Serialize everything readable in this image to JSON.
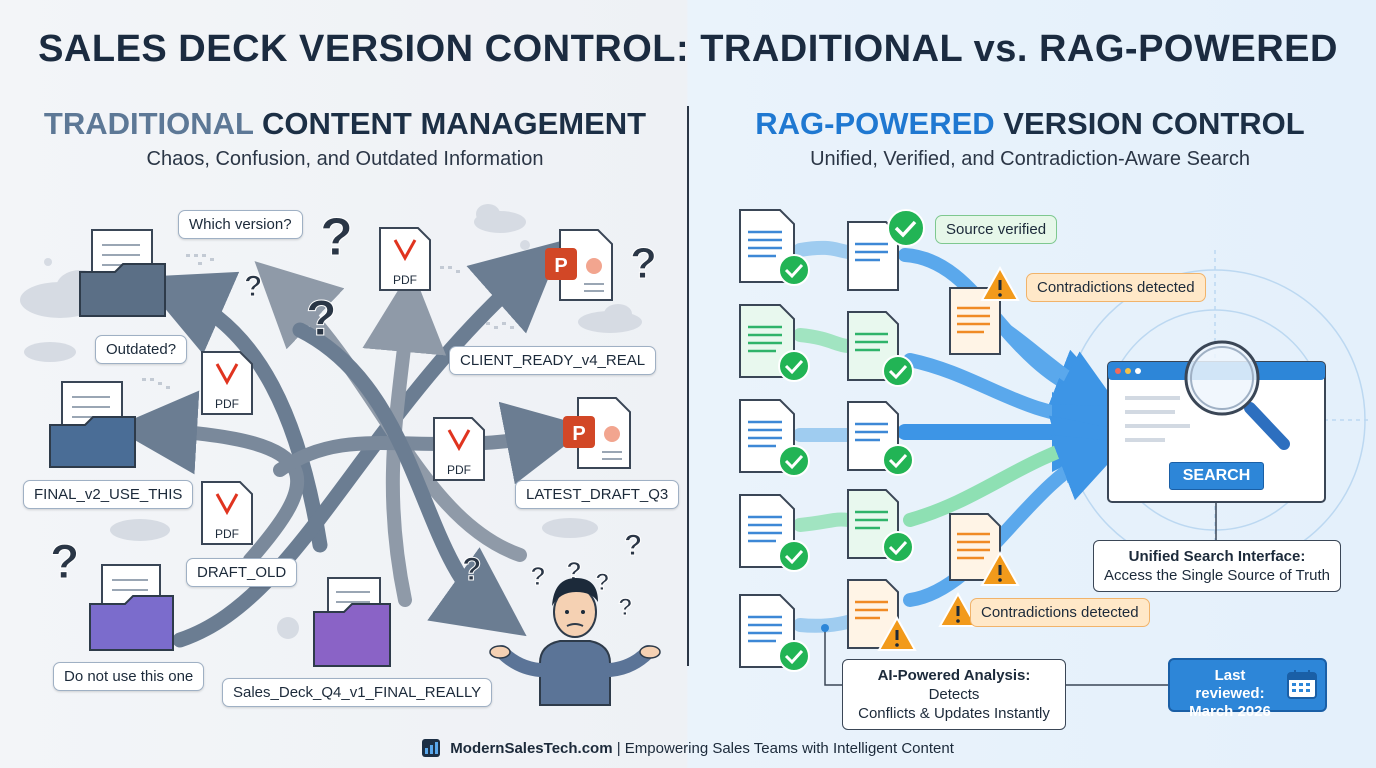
{
  "title": "SALES DECK VERSION CONTROL: TRADITIONAL vs. RAG-POWERED",
  "left": {
    "heading_accent": "TRADITIONAL",
    "heading_rest": "CONTENT MANAGEMENT",
    "subtitle": "Chaos, Confusion, and Outdated Information",
    "labels": {
      "which_version": "Which version?",
      "outdated": "Outdated?",
      "final_v2": "FINAL_v2_USE_THIS",
      "draft_old": "DRAFT_OLD",
      "do_not_use": "Do not use this one",
      "sales_deck": "Sales_Deck_Q4_v1_FINAL_REALLY",
      "client_ready": "CLIENT_READY_v4_REAL",
      "latest_draft": "LATEST_DRAFT_Q3"
    },
    "pdf_label": "PDF",
    "ppt_label": "P"
  },
  "right": {
    "heading_accent": "RAG-POWERED",
    "heading_rest": "VERSION CONTROL",
    "subtitle": "Unified, Verified, and Contradiction-Aware Search",
    "source_verified": "Source verified",
    "contradictions_1": "Contradictions detected",
    "contradictions_2": "Contradictions detected",
    "search_button": "SEARCH",
    "unified_title": "Unified Search Interface:",
    "unified_desc": "Access the Single Source of Truth",
    "ai_title": "AI-Powered Analysis:",
    "ai_desc_1": "Detects",
    "ai_desc_2": "Conflicts & Updates Instantly",
    "reviewed_1": "Last reviewed:",
    "reviewed_2": "March 2026"
  },
  "footer": {
    "brand": "ModernSalesTech.com",
    "tagline": "| Empowering Sales Teams with Intelligent Content"
  },
  "colors": {
    "accent_blue": "#1f78d1",
    "gray_accent": "#5d7896",
    "pdf_red": "#e0341f",
    "ppt_orange": "#d24726",
    "check_green": "#22b455",
    "warning_orange": "#f29a1b",
    "folder_blue": "#4a6d96",
    "folder_purple": "#8a63c6"
  }
}
